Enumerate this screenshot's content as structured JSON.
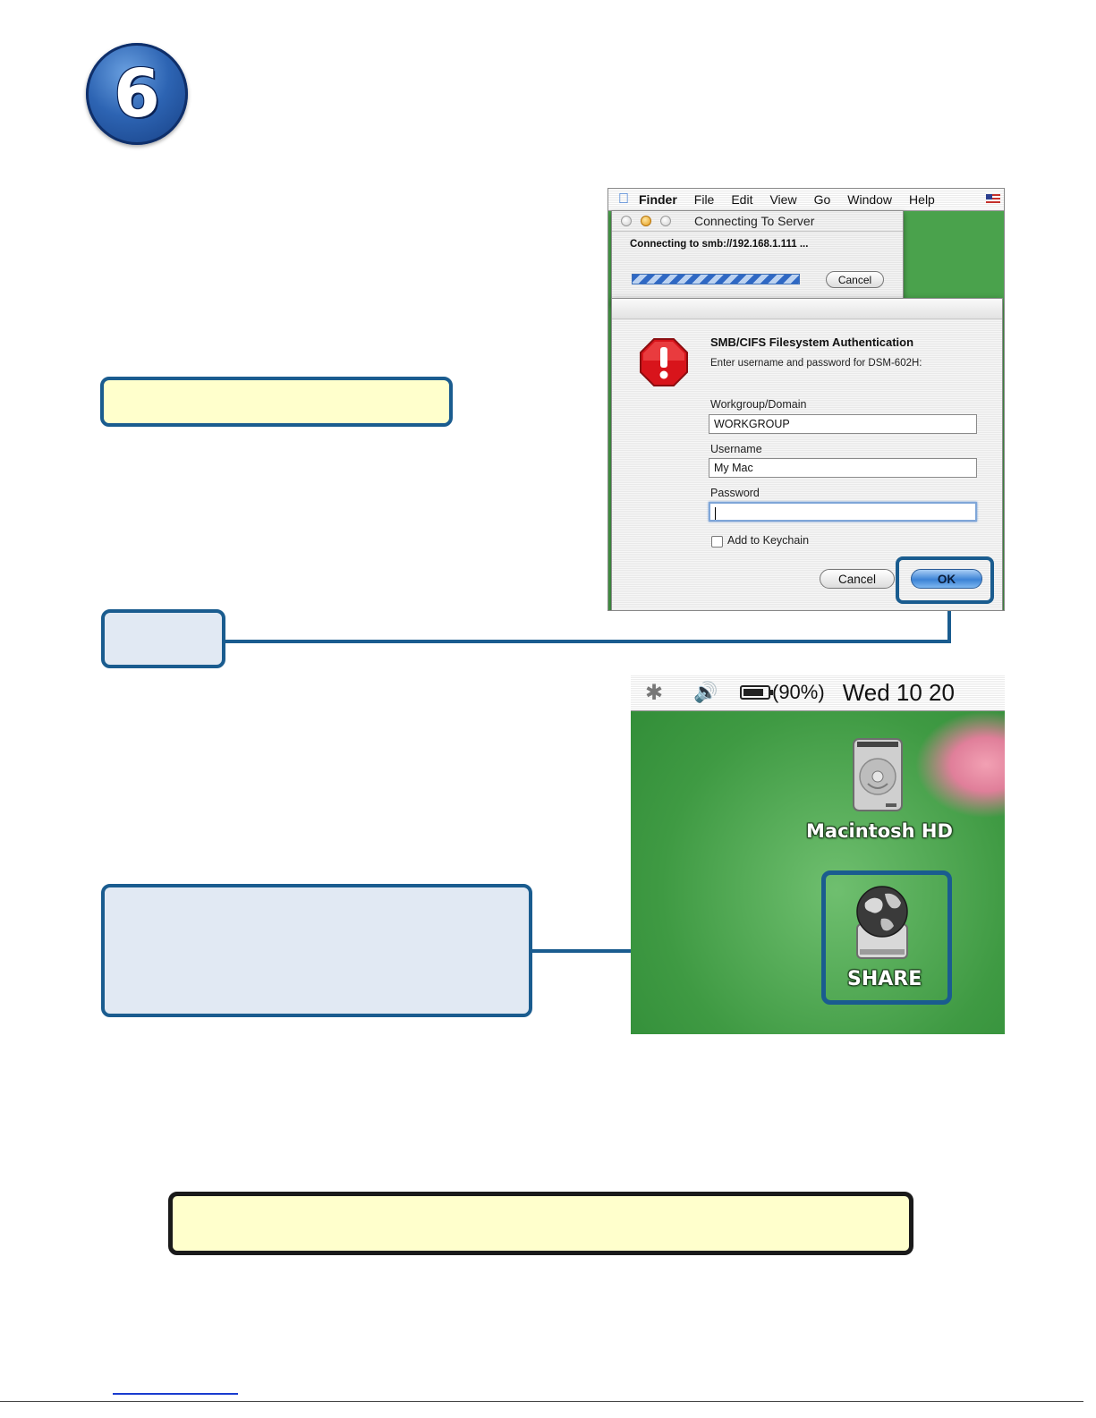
{
  "step_number": "6",
  "screenshot1": {
    "menubar": {
      "app_name": "Finder",
      "menu_items": [
        "File",
        "Edit",
        "View",
        "Go",
        "Window",
        "Help"
      ]
    },
    "connecting_window": {
      "title": "Connecting To Server",
      "message": "Connecting to smb://192.168.1.111 ...",
      "cancel_label": "Cancel"
    },
    "auth_dialog": {
      "title": "SMB/CIFS Filesystem Authentication",
      "subtitle": "Enter username and password for DSM-602H:",
      "workgroup_label": "Workgroup/Domain",
      "workgroup_value": "WORKGROUP",
      "username_label": "Username",
      "username_value": "My Mac",
      "password_label": "Password",
      "password_value": "",
      "keychain_label": "Add to Keychain",
      "cancel_label": "Cancel",
      "ok_label": "OK"
    }
  },
  "screenshot2": {
    "menubar": {
      "battery_text": "(90%)",
      "clock_text": "Wed 10 20"
    },
    "desktop_icons": [
      {
        "label": "Macintosh HD",
        "icon": "hard-drive-icon"
      },
      {
        "label": "SHARE",
        "icon": "network-share-icon"
      }
    ]
  }
}
